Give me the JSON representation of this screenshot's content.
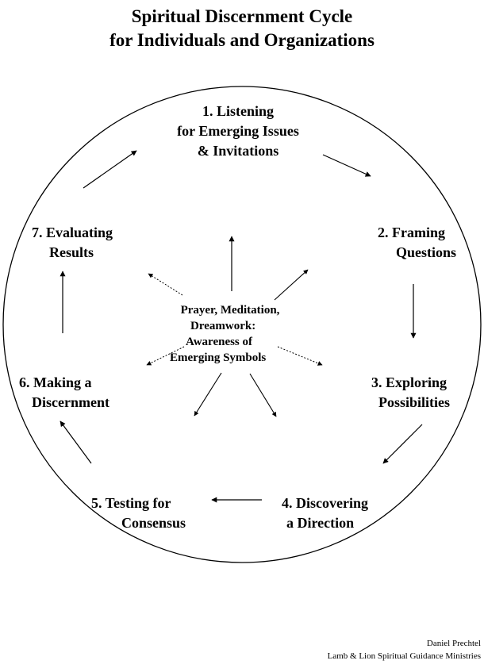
{
  "title": {
    "line1": "Spiritual Discernment Cycle",
    "line2": "for Individuals and Organizations"
  },
  "steps": [
    {
      "line1": "1. Listening",
      "line2": "for Emerging Issues",
      "line3": "& Invitations"
    },
    {
      "line1": "2. Framing",
      "line2": "Questions"
    },
    {
      "line1": "3. Exploring",
      "line2": "Possibilities"
    },
    {
      "line1": "4. Discovering",
      "line2": "a Direction"
    },
    {
      "line1": "5. Testing for",
      "line2": "Consensus"
    },
    {
      "line1": "6. Making a",
      "line2": "Discernment"
    },
    {
      "line1": "7. Evaluating",
      "line2": "Results"
    }
  ],
  "center": {
    "line1": "Prayer, Meditation,",
    "line2": "Dreamwork:",
    "line3": "Awareness of",
    "line4": "Emerging Symbols"
  },
  "credits": {
    "author": "Daniel Prechtel",
    "organization": "Lamb & Lion Spiritual Guidance Ministries"
  }
}
